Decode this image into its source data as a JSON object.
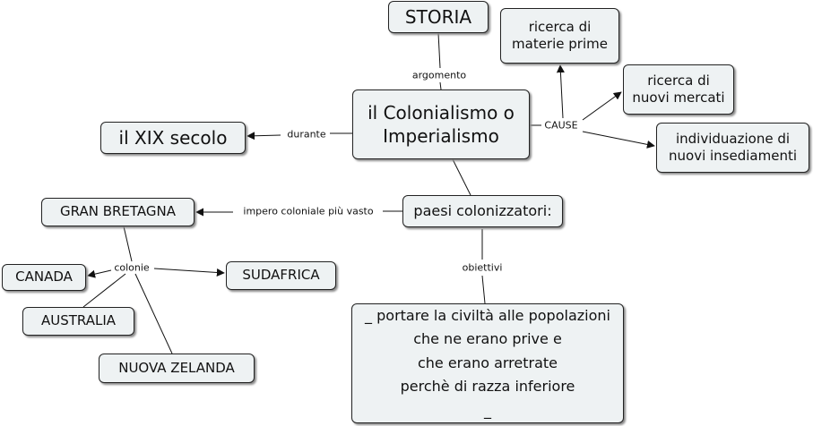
{
  "nodes": {
    "storia": "STORIA",
    "colonialismo": [
      "il Colonialismo o",
      "Imperialismo"
    ],
    "secolo": "il XIX secolo",
    "materie": [
      "ricerca di",
      "materie prime"
    ],
    "mercati": [
      "ricerca di",
      "nuovi mercati"
    ],
    "insediamenti": [
      "individuazione di",
      "nuovi insediamenti"
    ],
    "paesi": "paesi colonizzatori:",
    "gran_bretagna": "GRAN BRETAGNA",
    "canada": "CANADA",
    "sudafrica": "SUDAFRICA",
    "australia": "AUSTRALIA",
    "nuova_zelanda": "NUOVA ZELANDA",
    "obiettivi": [
      "_ portare la civiltà alle popolazioni",
      "che ne erano prive e",
      "che erano arretrate",
      "perchè di razza inferiore",
      "_"
    ]
  },
  "links": {
    "argomento": "argomento",
    "durante": "durante",
    "cause": "CAUSE",
    "impero": "impero coloniale più vasto",
    "colonie": "colonie",
    "obiettivi": "obiettivi"
  },
  "colors": {
    "node_fill": "#eef2f3",
    "node_border": "#222222",
    "line": "#111111"
  }
}
